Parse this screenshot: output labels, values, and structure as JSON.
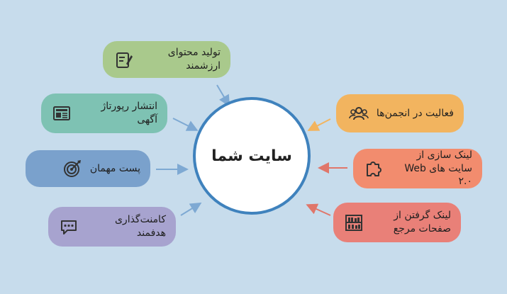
{
  "hub": {
    "label": "سایت شما"
  },
  "nodes": {
    "content": {
      "label": "تولید محتوای ارزشمند",
      "color": "#a9c98c",
      "icon": "edit-document-icon"
    },
    "press": {
      "label": "انتشار رپورتاژ آگهی",
      "color": "#7ec2b3",
      "icon": "newspaper-icon"
    },
    "guest": {
      "label": "پست مهمان",
      "color": "#7aa1cc",
      "icon": "target-icon"
    },
    "comment": {
      "label": "کامنت‌گذاری هدفمند",
      "color": "#a7a3cf",
      "icon": "speech-bubble-icon"
    },
    "forums": {
      "label": "فعالیت در انجمن‌ها",
      "color": "#f2b45f",
      "icon": "users-group-icon"
    },
    "web20": {
      "label": "لینک سازی از سایت های Web ۲.۰",
      "color": "#f28c6e",
      "icon": "puzzle-icon"
    },
    "refs": {
      "label": "لینک گرفتن از صفحات مرجع",
      "color": "#e98078",
      "icon": "bookshelf-icon"
    }
  },
  "colors": {
    "background": "#c7dcec",
    "hub_border": "#3f82bd",
    "arrow_left": "#7ea9d3",
    "arrow_right": "#e0766a"
  }
}
